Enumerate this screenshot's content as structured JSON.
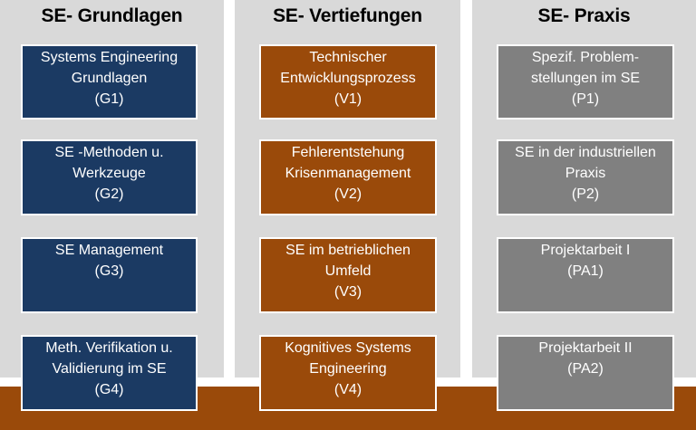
{
  "colors": {
    "panel_bg": "#d9d9d9",
    "grundlagen": "#1b3a63",
    "vertiefungen": "#9a4a0a",
    "praxis": "#808080",
    "bottom_bar": "#9a4a0a"
  },
  "columns": [
    {
      "title": "SE- Grundlagen",
      "boxes": [
        {
          "lines": [
            "Systems Engineering",
            "Grundlagen",
            "(G1)"
          ]
        },
        {
          "lines": [
            "SE -Methoden u.",
            "Werkzeuge",
            "(G2)"
          ]
        },
        {
          "lines": [
            "SE Management",
            "(G3)"
          ]
        },
        {
          "lines": [
            "Meth. Verifikation u.",
            "Validierung im SE",
            "(G4)"
          ]
        }
      ]
    },
    {
      "title": "SE- Vertiefungen",
      "boxes": [
        {
          "lines": [
            "Technischer",
            "Entwicklungsprozess",
            "(V1)"
          ]
        },
        {
          "lines": [
            "Fehlerentstehung",
            "Krisenmanagement",
            "(V2)"
          ]
        },
        {
          "lines": [
            "SE im betrieblichen",
            "Umfeld",
            "(V3)"
          ]
        },
        {
          "lines": [
            "Kognitives Systems",
            "Engineering",
            "(V4)"
          ]
        }
      ]
    },
    {
      "title": "SE- Praxis",
      "boxes": [
        {
          "lines": [
            "Spezif. Problem-",
            "stellungen im SE",
            "(P1)"
          ]
        },
        {
          "lines": [
            "SE in der industriellen",
            "Praxis",
            "(P2)"
          ]
        },
        {
          "lines": [
            "Projektarbeit I",
            "(PA1)"
          ]
        },
        {
          "lines": [
            "Projektarbeit II",
            "(PA2)"
          ]
        }
      ]
    }
  ]
}
